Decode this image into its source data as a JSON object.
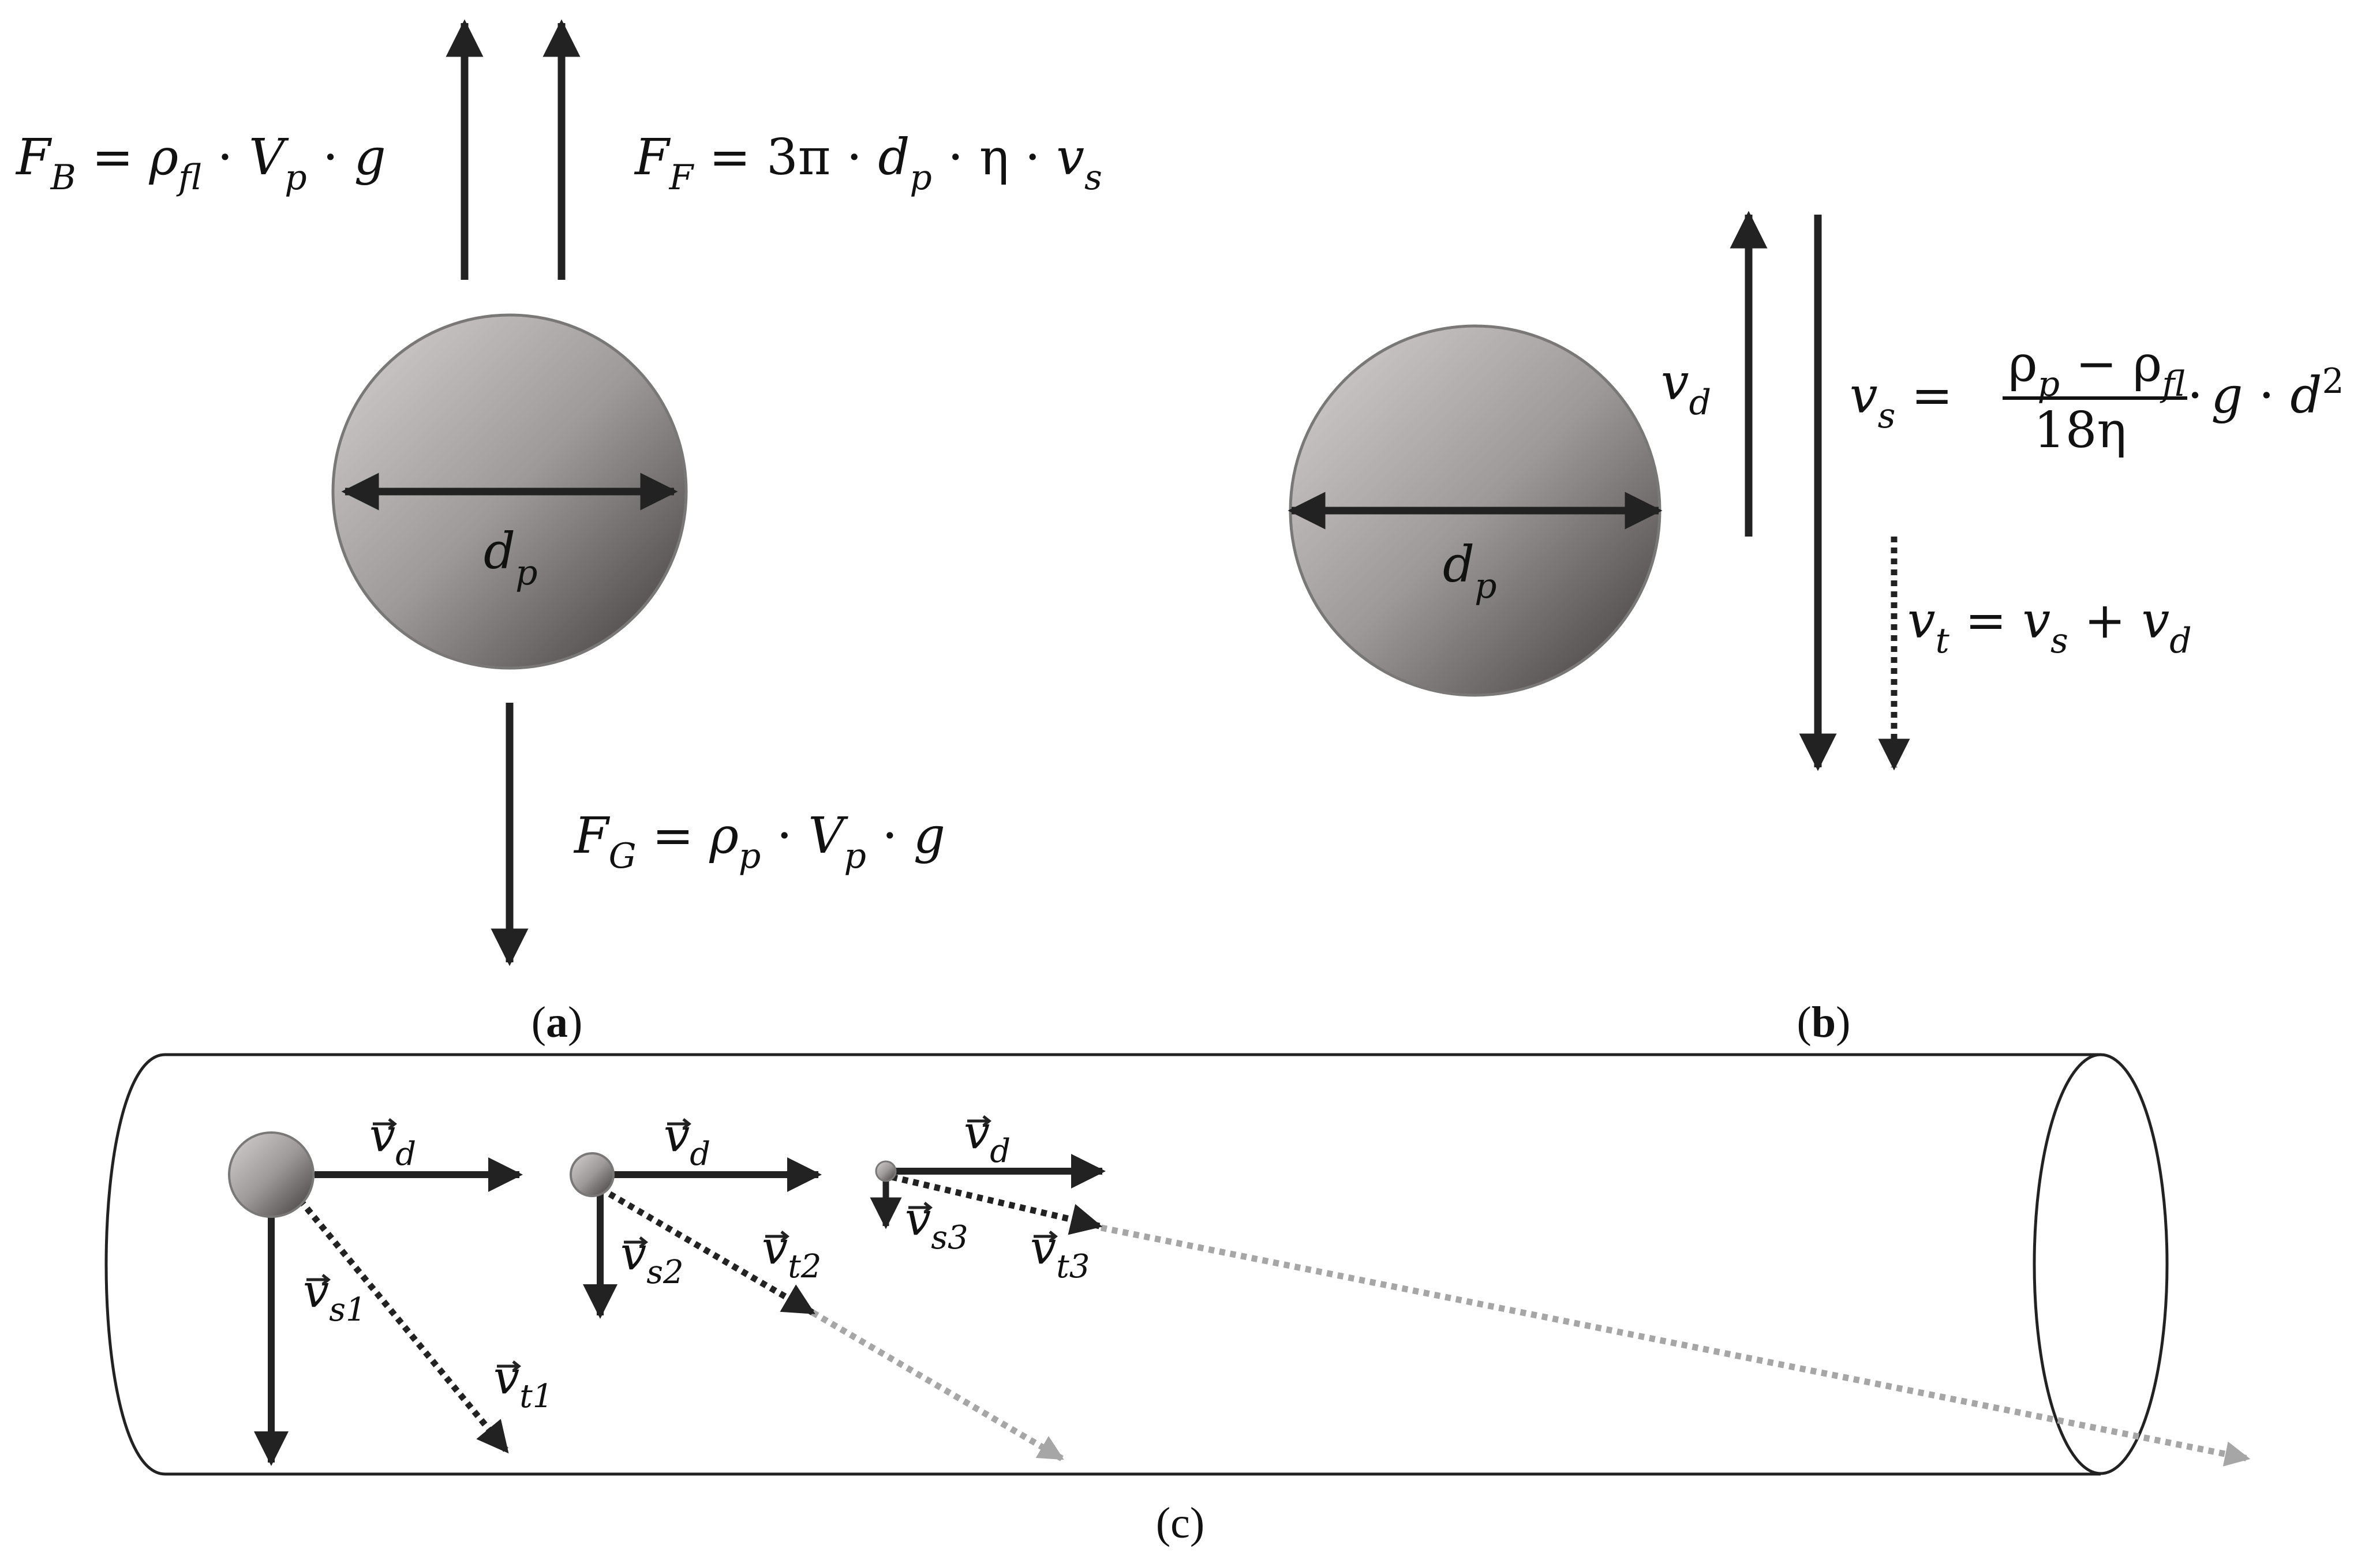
{
  "panel_a": {
    "label": "a",
    "particle_diameter": {
      "sym": "d",
      "sub": "p"
    },
    "force_buoyancy": {
      "lhs": "F",
      "lhs_sub": "B",
      "rho": "ρ",
      "rho_sub": "fl",
      "vol": "V",
      "vol_sub": "p",
      "g": "g"
    },
    "force_friction": {
      "lhs": "F",
      "lhs_sub": "F",
      "coef": "3π",
      "d": "d",
      "d_sub": "p",
      "eta": "η",
      "v": "v",
      "v_sub": "s"
    },
    "force_gravity": {
      "lhs": "F",
      "lhs_sub": "G",
      "rho": "ρ",
      "rho_sub": "p",
      "vol": "V",
      "vol_sub": "p",
      "g": "g"
    }
  },
  "panel_b": {
    "label": "b",
    "particle_diameter": {
      "sym": "d",
      "sub": "p"
    },
    "drift_velocity": {
      "sym": "v",
      "sub": "d"
    },
    "settling_velocity": {
      "lhs": "v",
      "lhs_sub": "s",
      "num_rho1": "ρ",
      "num_rho1_sub": "p",
      "minus": "−",
      "num_rho2": "ρ",
      "num_rho2_sub": "fl",
      "den": "18η",
      "g": "g",
      "d": "d",
      "exp": "2"
    },
    "total_velocity": {
      "lhs": "v",
      "lhs_sub": "t",
      "a": "v",
      "a_sub": "s",
      "plus": "+",
      "b": "v",
      "b_sub": "d"
    }
  },
  "panel_c": {
    "label": "(c)",
    "vectors": {
      "vd": {
        "sym": "v",
        "sub": "d"
      },
      "vs1": {
        "sym": "v",
        "sub": "s1"
      },
      "vt1": {
        "sym": "v",
        "sub": "t1"
      },
      "vs2": {
        "sym": "v",
        "sub": "s2"
      },
      "vt2": {
        "sym": "v",
        "sub": "t2"
      },
      "vs3": {
        "sym": "v",
        "sub": "s3"
      },
      "vt3": {
        "sym": "v",
        "sub": "t3"
      }
    }
  },
  "colors": {
    "ink": "#222222",
    "trajectory": "#a6a6a6",
    "sphere_light": "#d4d0d0",
    "sphere_dark": "#433e3e"
  }
}
